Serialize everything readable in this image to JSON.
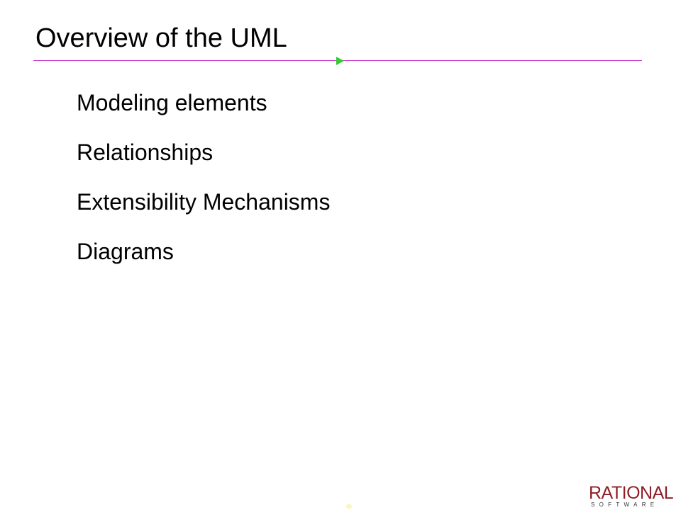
{
  "slide": {
    "title": "Overview of the UML",
    "bullets": [
      "Modeling elements",
      "Relationships",
      "Extensibility Mechanisms",
      "Diagrams"
    ]
  },
  "logo": {
    "name": "RATIONAL",
    "tagline": "SOFTWARE"
  },
  "colors": {
    "rule": "#cc33cc",
    "marker": "#33cc33",
    "logo": "#8e1f26"
  }
}
